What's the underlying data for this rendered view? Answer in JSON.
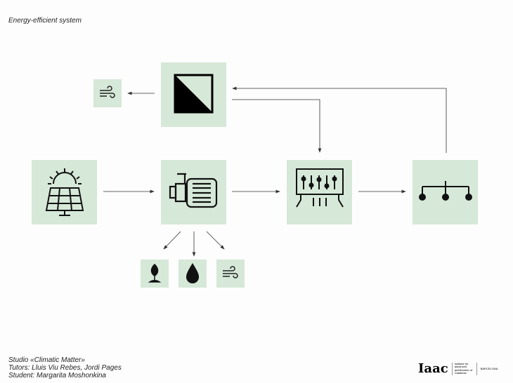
{
  "title": "Energy-efficient system",
  "credits": {
    "studio": "Studio «Climatic Matter»",
    "tutors": "Tutors: Lluis Viu Rebes, Jordi Pages",
    "student": "Student: Margarita Moshonkina"
  },
  "logo": {
    "mark": "Iaac",
    "name": "Institute for advanced architecture of Catalonia",
    "city": "BARCELONA"
  },
  "colors": {
    "box": "#d6e8d8",
    "line": "#333333"
  },
  "nodes": [
    "solar-panel-icon",
    "pump-icon",
    "controller-icon",
    "distribution-icon",
    "heat-exchanger-icon",
    "wind-icon",
    "plant-icon",
    "water-drop-icon",
    "wind-icon"
  ]
}
